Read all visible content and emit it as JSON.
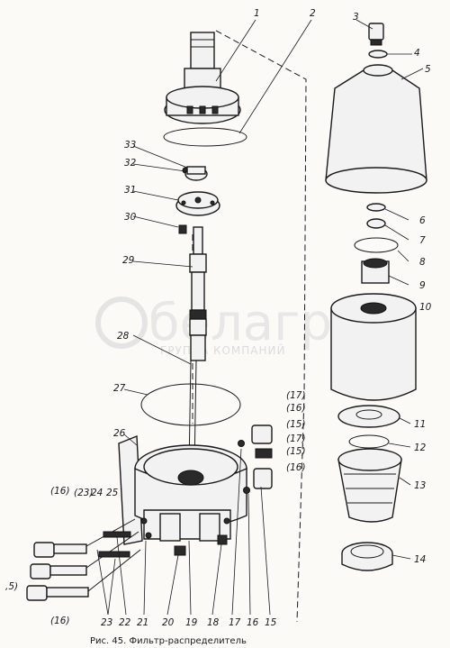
{
  "caption": "Рис. 45. Фильтр-распределитель",
  "watermark": {
    "brand": "белагро",
    "sub": "ГРУППА КОМПАНИЙ"
  },
  "labels": {
    "n1": "1",
    "n2": "2",
    "n3": "3",
    "n4": "4",
    "n5": "5",
    "n6": "6",
    "n7": "7",
    "n8": "8",
    "n9": "9",
    "n10": "10",
    "n11": "11",
    "n12": "12",
    "n13": "13",
    "n14": "14",
    "n15": "15",
    "n16": "16",
    "n17": "17",
    "n18": "18",
    "n19": "19",
    "n20": "20",
    "n21": "21",
    "n22": "22",
    "n23": "23",
    "n24": "24",
    "n25": "25",
    "n26": "26",
    "n27": "27",
    "n28": "28",
    "n29": "29",
    "n30": "30",
    "n31": "31",
    "n32": "32",
    "n33": "33",
    "p17a": "(17)",
    "p16a": "(16)",
    "p15a": "(15)",
    "p17b": "(17)",
    "p15b": "(15)",
    "p16b": "(16)",
    "p16c": "(16)",
    "p23": "(23)",
    "p16d": "(16)",
    "p5": ",5)"
  }
}
